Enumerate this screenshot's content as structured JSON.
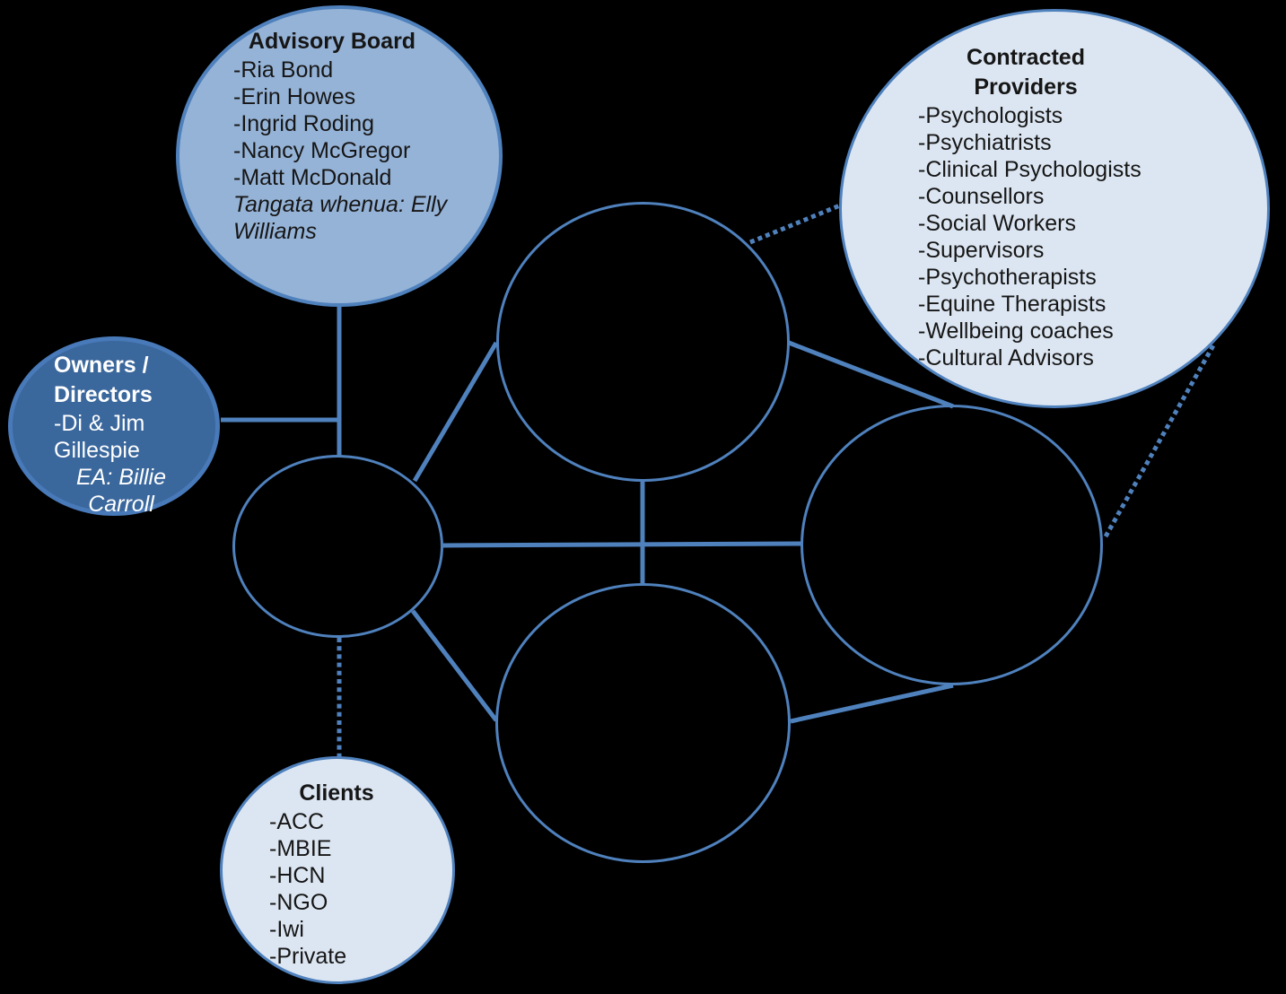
{
  "colors": {
    "background": "#000000",
    "line": "#4F81BD",
    "medium-fill": "#95B3D7",
    "medium-border": "#4F81BD",
    "dark-fill": "#3A679C",
    "dark-border": "#4879B8",
    "light-fill": "#DCE6F2",
    "light-border": "#4F81BD",
    "empty-stroke": "#4F81BD",
    "text-dark": "#161616",
    "text-light": "#FFFFFF"
  },
  "nodes": {
    "advisory_board": {
      "title": "Advisory Board",
      "items": [
        "-Ria Bond",
        "-Erin Howes",
        "-Ingrid Roding",
        "-Nancy McGregor",
        "-Matt McDonald"
      ],
      "note": "Tangata whenua: Elly Williams"
    },
    "owners_directors": {
      "title": "Owners / Directors",
      "items": [
        "-Di & Jim Gillespie"
      ],
      "note": "EA: Billie Carroll"
    },
    "contracted_providers": {
      "title": "Contracted Providers",
      "items": [
        "-Psychologists",
        "-Psychiatrists",
        "-Clinical Psychologists",
        "-Counsellors",
        "-Social Workers",
        "-Supervisors",
        "-Psychotherapists",
        "-Equine Therapists",
        "-Wellbeing coaches",
        "-Cultural Advisors"
      ]
    },
    "clients": {
      "title": "Clients",
      "items": [
        "-ACC",
        "-MBIE",
        "-HCN",
        "-NGO",
        "-Iwi",
        "-Private"
      ]
    }
  },
  "connections": [
    {
      "from": "advisory-board",
      "to": "hub-circle",
      "style": "solid"
    },
    {
      "from": "owners-directors",
      "to": "hub-circle",
      "style": "solid"
    },
    {
      "from": "hub-circle",
      "to": "top-circle",
      "style": "solid"
    },
    {
      "from": "hub-circle",
      "to": "right-circle",
      "style": "solid"
    },
    {
      "from": "hub-circle",
      "to": "bottom-circle",
      "style": "solid"
    },
    {
      "from": "top-circle",
      "to": "bottom-circle",
      "style": "solid"
    },
    {
      "from": "top-circle",
      "to": "right-circle",
      "style": "solid"
    },
    {
      "from": "bottom-circle",
      "to": "right-circle",
      "style": "solid"
    },
    {
      "from": "hub-circle",
      "to": "clients",
      "style": "dotted"
    },
    {
      "from": "top-circle",
      "to": "contracted-providers",
      "style": "dotted"
    },
    {
      "from": "right-circle",
      "to": "contracted-providers",
      "style": "dotted"
    }
  ]
}
